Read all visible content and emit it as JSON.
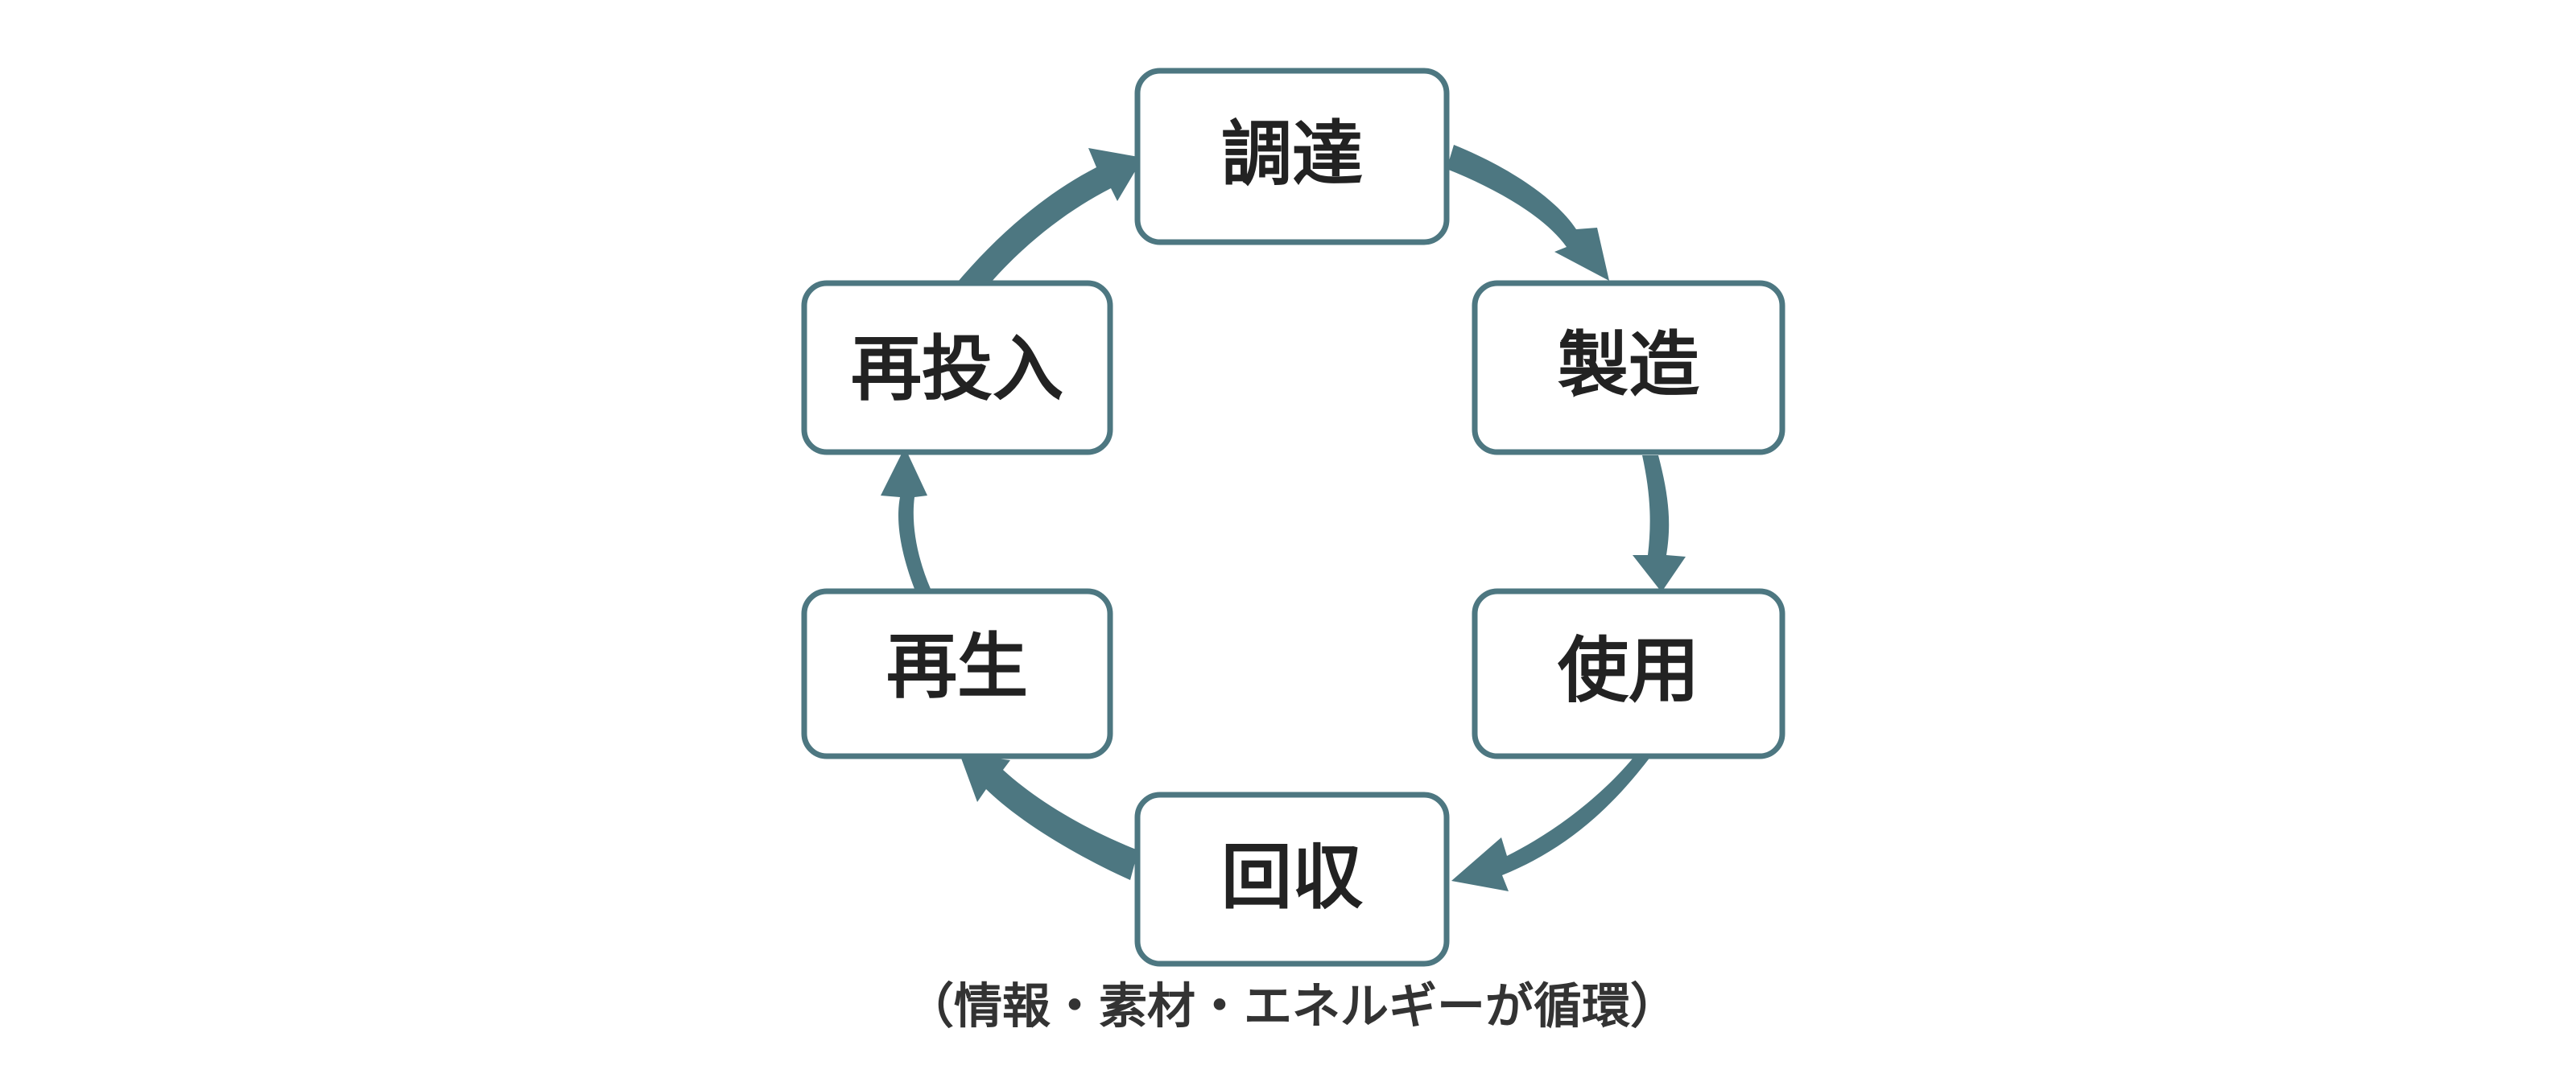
{
  "colors": {
    "accent": "#4d7781",
    "box_fill": "#ffffff",
    "text": "#222222"
  },
  "cycle": {
    "nodes": [
      {
        "label": "調達"
      },
      {
        "label": "製造"
      },
      {
        "label": "使用"
      },
      {
        "label": "回収"
      },
      {
        "label": "再生"
      },
      {
        "label": "再投入"
      }
    ],
    "caption": "（情報・素材・エネルギーが循環）"
  }
}
